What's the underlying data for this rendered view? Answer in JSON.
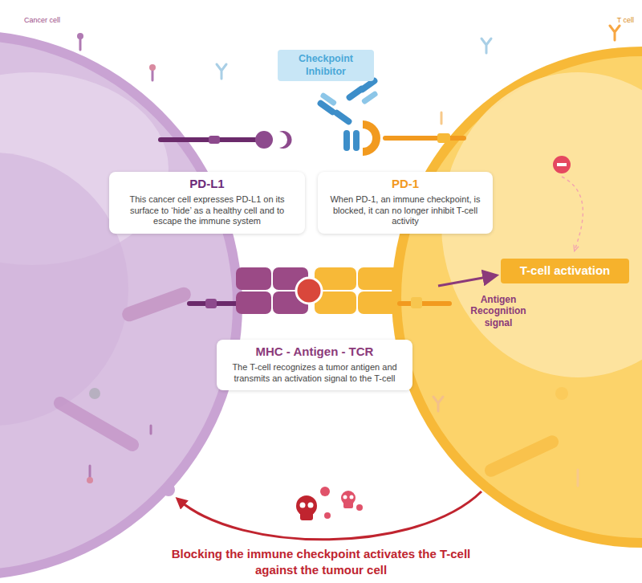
{
  "diagram": {
    "caption": "Blocking the immune checkpoint activates the T-cell against the tumour cell",
    "nodes": [
      {
        "text": [
          "Checkpoint Inhibitor"
        ]
      },
      {
        "text": [
          "PD-L1",
          "This cancer cell expresses PD-L1 on its surface to ‘hide’ as a healthy cell and to escape the immune system"
        ]
      },
      {
        "text": [
          "PD-1",
          "When PD-1, an immune checkpoint, is blocked, it can no longer inhibit T-cell activity"
        ]
      },
      {
        "text": [
          "T-cell activation"
        ]
      },
      {
        "text": [
          "MHC - Antigen - TCR",
          "The T-cell recognizes a tumor antigen and transmits an activation signal to the T-cell"
        ]
      }
    ],
    "labels": [
      "Cancer cell",
      "T cell",
      "Antigen Recognition signal"
    ]
  }
}
